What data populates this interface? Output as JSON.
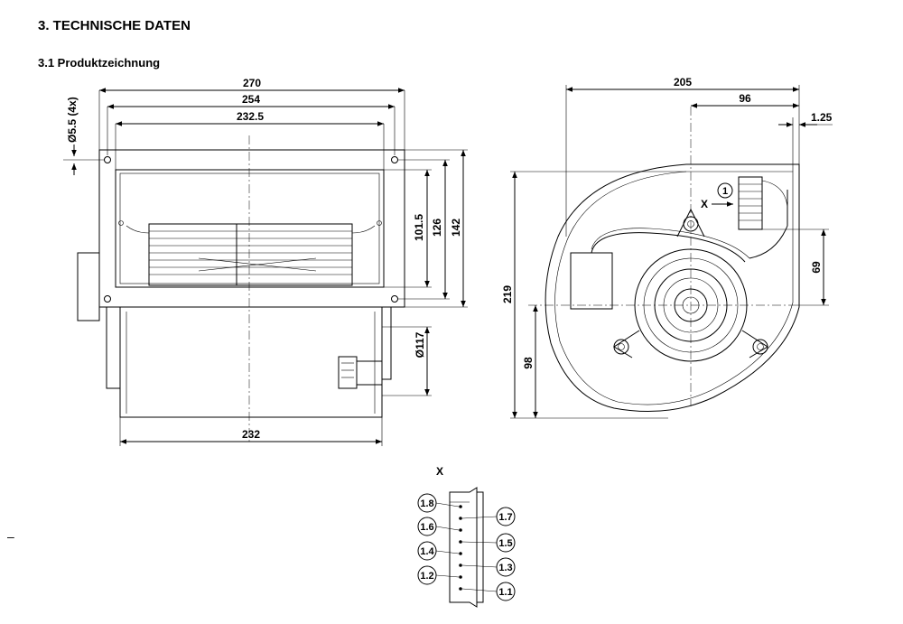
{
  "heading": "3. TECHNISCHE DATEN",
  "subheading": "3.1 Produktzeichnung",
  "footer_mark": "–",
  "front_view": {
    "dims": {
      "overall_width": "270",
      "flange_holes": "254",
      "inner_width": "232.5",
      "hole_dia": "Ø5.5 (4x)",
      "height_inner": "101.5",
      "height_holes": "126",
      "height_overall": "142",
      "shaft_dia": "Ø117",
      "housing_width": "232"
    }
  },
  "side_view": {
    "dims": {
      "depth_overall": "205",
      "depth_to_axis": "96",
      "flange_offset": "1.25",
      "height_overall": "219",
      "axis_height": "98",
      "connector_offset": "69"
    },
    "connector_label": "X",
    "callout": "1"
  },
  "connector_detail": {
    "title": "X",
    "pins_left": [
      "1.8",
      "1.6",
      "1.4",
      "1.2"
    ],
    "pins_right": [
      "1.7",
      "1.5",
      "1.3",
      "1.1"
    ]
  }
}
